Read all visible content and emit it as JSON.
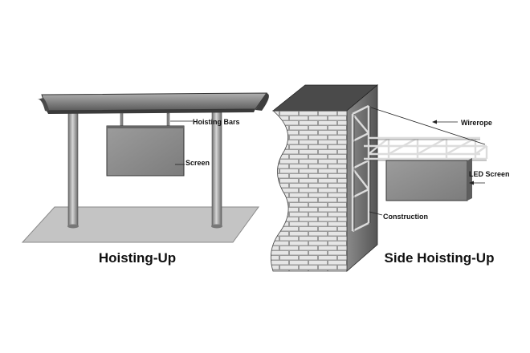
{
  "left_figure": {
    "caption": "Hoisting-Up",
    "label_hoisting_bars": "Hoisting Bars",
    "label_screen": "Screen"
  },
  "right_figure": {
    "caption": "Side Hoisting-Up",
    "label_wirerope": "Wirerope",
    "label_led_screen": "LED Screen",
    "label_construction": "Construction"
  },
  "colors": {
    "background": "#ffffff",
    "ground": "#c8c8c8",
    "canopy": "#7a7a7a",
    "pole": "#9a9a9a",
    "screen": "#8e8e8e",
    "wall_face": "#6e6e6e",
    "brick": "#e6e6e6",
    "text": "#111111"
  }
}
